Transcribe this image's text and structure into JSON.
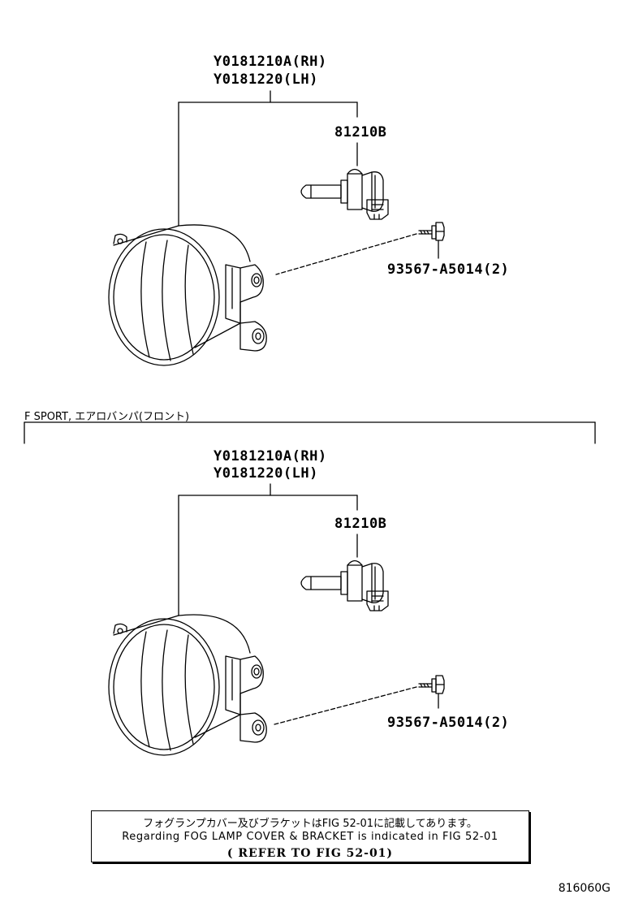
{
  "top_group": {
    "assembly_rh": "Y0181210A(RH)",
    "assembly_lh": "Y0181220(LH)",
    "bulb": "81210B",
    "screw": "93567-A5014(2)"
  },
  "variant": {
    "label": "F SPORT, エアロバンパ(フロント)"
  },
  "bottom_group": {
    "assembly_rh": "Y0181210A(RH)",
    "assembly_lh": "Y0181220(LH)",
    "bulb": "81210B",
    "screw": "93567-A5014(2)"
  },
  "note": {
    "line1": "フォグランプカバー及びブラケットはFIG 52-01に記載してあります。",
    "line2": "Regarding FOG LAMP COVER & BRACKET is indicated in FIG 52-01",
    "line3": "( REFER TO FIG 52-01)"
  },
  "figure_id": "816060G"
}
